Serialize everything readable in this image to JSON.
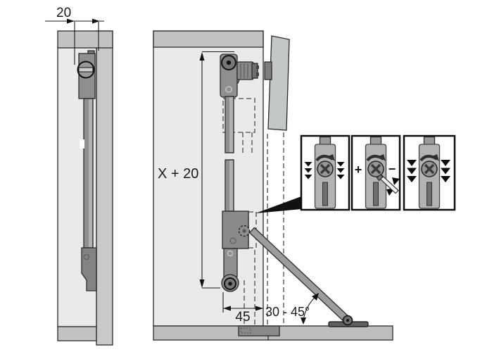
{
  "diagram": {
    "description": "flap lift-stay fitting installation drawing",
    "labels": {
      "flap_side_offset": "20",
      "fitting_height": "X + 20",
      "bottom_depth": "45",
      "opening_angle": "30 - 45°"
    },
    "adjustment_panels": {
      "plus": "+",
      "minus": "−"
    },
    "icons": {
      "triangle_down": "▼",
      "rotation_arrow": "curved-arrow-clockwise",
      "screwdriver": "screwdriver",
      "euro_screw": "slotted-screw-head",
      "adjustment_screw": "cross-head-screw"
    },
    "colors": {
      "panel_interior": "#eaeaea",
      "panel_edge": "#c2c2c2",
      "door_panel": "#c9c9c9",
      "fitting_dark": "#8f8f8f",
      "fitting_light": "#b3b3b3",
      "outline": "#2b2b2b",
      "callout_black": "#111111"
    }
  }
}
